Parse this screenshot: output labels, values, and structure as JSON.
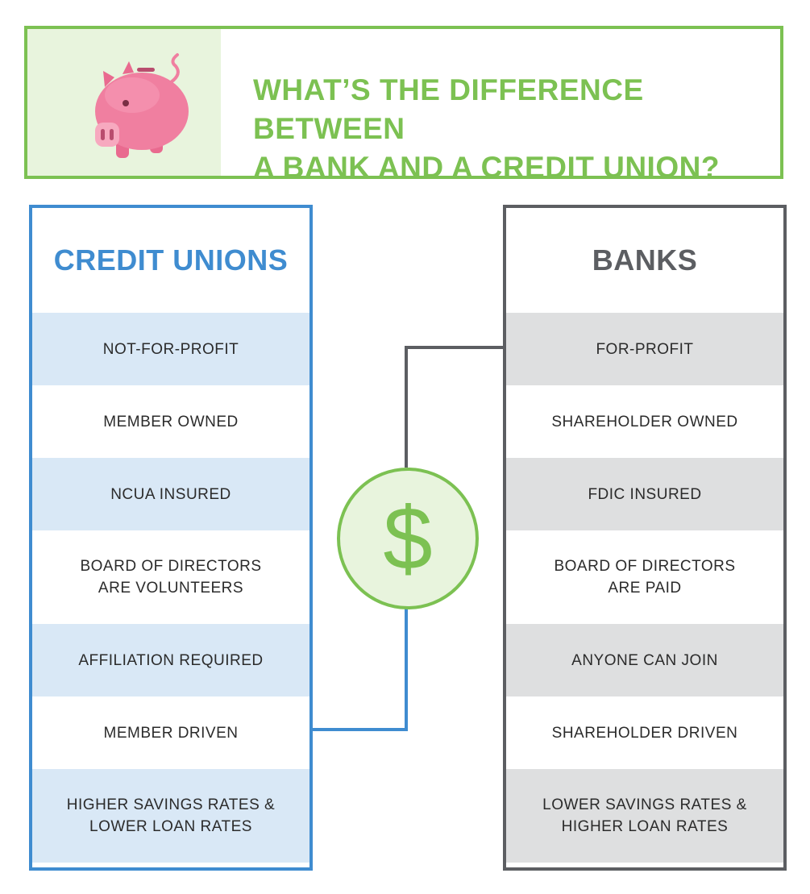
{
  "header": {
    "title": "WHAT’S THE DIFFERENCE BETWEEN\nA BANK AND A CREDIT UNION?"
  },
  "credit_unions": {
    "heading": "CREDIT UNIONS",
    "rows": [
      "NOT-FOR-PROFIT",
      "MEMBER OWNED",
      "NCUA INSURED",
      "BOARD OF DIRECTORS\nARE VOLUNTEERS",
      "AFFILIATION REQUIRED",
      "MEMBER DRIVEN",
      "HIGHER SAVINGS RATES &\nLOWER LOAN RATES"
    ]
  },
  "banks": {
    "heading": "BANKS",
    "rows": [
      "FOR-PROFIT",
      "SHAREHOLDER OWNED",
      "FDIC INSURED",
      "BOARD OF DIRECTORS\nARE PAID",
      "ANYONE CAN JOIN",
      "SHAREHOLDER DRIVEN",
      "LOWER SAVINGS RATES &\nHIGHER LOAN RATES"
    ]
  },
  "center": {
    "symbol": "$"
  },
  "icons": {
    "header": "piggy-bank-icon",
    "center": "dollar-sign-icon"
  },
  "colors": {
    "green": "#7cc152",
    "blue": "#3f8cd0",
    "gray": "#5c5e62",
    "blue_shade": "#d9e8f6",
    "gray_shade": "#dedfe0",
    "pig_pink": "#f07fa0"
  }
}
